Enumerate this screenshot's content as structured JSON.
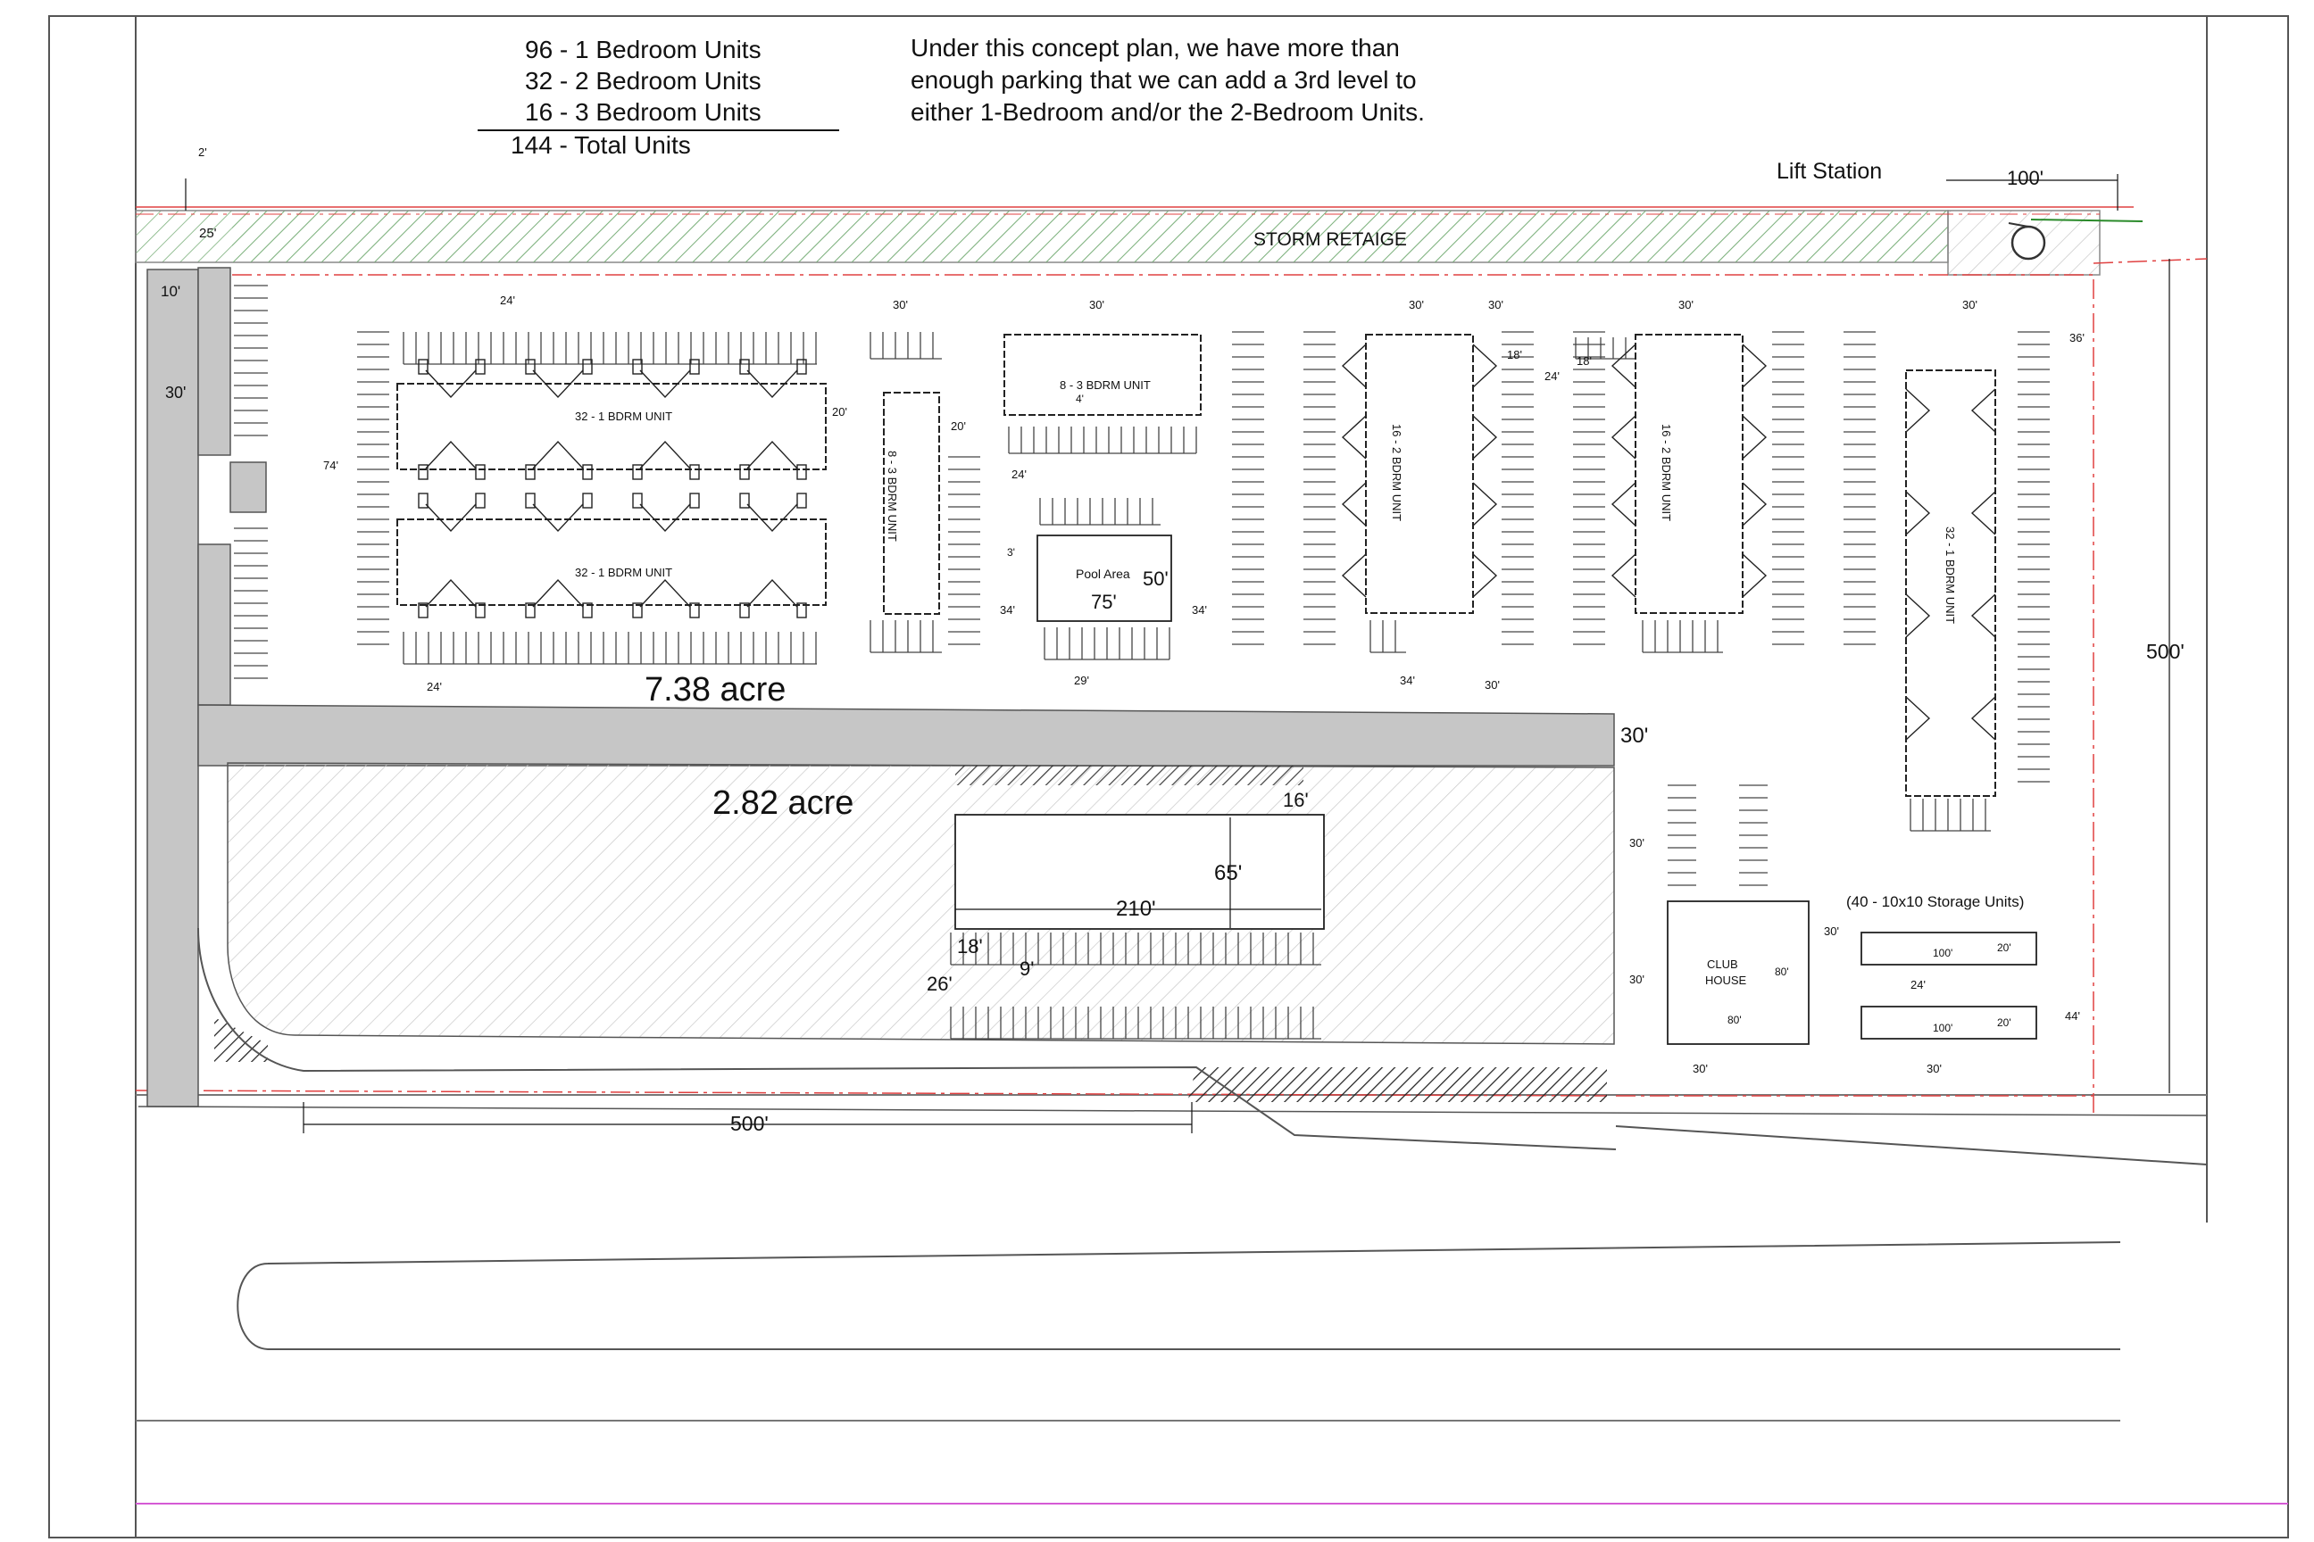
{
  "unit_summary": {
    "lines": [
      "96 - 1 Bedroom Units",
      "32 - 2 Bedroom Units",
      "16 - 3 Bedroom Units"
    ],
    "total": "144 - Total Units"
  },
  "concept_note": [
    "Under this concept plan, we have more than",
    "enough parking that we can add a 3rd level to",
    "either 1-Bedroom and/or the 2-Bedroom Units."
  ],
  "lift_station": "Lift Station",
  "storm_label": "STORM RETAIGE",
  "areas": {
    "north": "7.38 acre",
    "south": "2.82 acre"
  },
  "buildings": {
    "b1": "32 - 1 BDRM UNIT",
    "b2": "32 - 1 BDRM UNIT",
    "b3": "8 - 3 BDRM UNIT",
    "b4": "8 - 3 BDRM UNIT",
    "b5": "16 - 2 BDRM UNIT",
    "b6": "16 - 2 BDRM UNIT",
    "b7": "32 - 1 BDRM UNIT"
  },
  "pool": {
    "label": "Pool Area",
    "w": "75'",
    "h": "50'"
  },
  "club": {
    "line1": "CLUB",
    "line2": "HOUSE",
    "w": "80'",
    "h": "80'"
  },
  "storage": {
    "title": "(40 - 10x10 Storage Units)",
    "len": "100'",
    "wid": "20'"
  },
  "commercial": {
    "w": "210'",
    "h": "65'",
    "d16": "16'",
    "d18": "18'",
    "d9": "9'",
    "d26": "26'"
  },
  "dims": {
    "d2": "2'",
    "d25": "25'",
    "d10": "10'",
    "d30": "30'",
    "d24": "24'",
    "d74": "74'",
    "d20": "20'",
    "d4": "4'",
    "d3": "3'",
    "d34": "34'",
    "d29": "29'",
    "d18": "18'",
    "d36": "36'",
    "d44": "44'",
    "d100": "100'",
    "d500": "500'"
  }
}
